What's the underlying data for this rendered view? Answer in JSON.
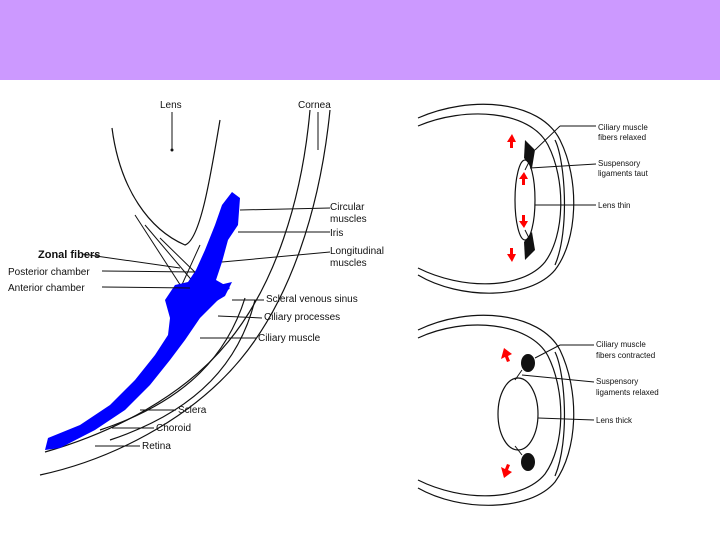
{
  "slide": {
    "header_color": "#cc99ff"
  },
  "left_diagram": {
    "labels": {
      "lens": "Lens",
      "cornea": "Cornea",
      "circular_muscles_1": "Circular",
      "circular_muscles_2": "muscles",
      "iris": "Iris",
      "longitudinal_muscles_1": "Longitudinal",
      "longitudinal_muscles_2": "muscles",
      "zonal_fibers": "Zonal fibers",
      "posterior_chamber": "Posterior chamber",
      "anterior_chamber": "Anterior chamber",
      "scleral_venous_sinus": "Scleral venous sinus",
      "ciliary_processes": "Ciliary processes",
      "ciliary_muscle": "Ciliary muscle",
      "sclera": "Sclera",
      "choroid": "Choroid",
      "retina": "Retina"
    },
    "highlight_color": "#0000ff"
  },
  "top_eye": {
    "labels": {
      "ciliary_relaxed_1": "Ciliary muscle",
      "ciliary_relaxed_2": "fibers relaxed",
      "suspensory_taut_1": "Suspensory",
      "suspensory_taut_2": "ligaments taut",
      "lens_thin": "Lens thin"
    }
  },
  "bottom_eye": {
    "labels": {
      "ciliary_contracted_1": "Ciliary muscle",
      "ciliary_contracted_2": "fibers contracted",
      "suspensory_relaxed_1": "Suspensory",
      "suspensory_relaxed_2": "ligaments relaxed",
      "lens_thick": "Lens thick"
    }
  },
  "arrow_color": "#ff0000"
}
